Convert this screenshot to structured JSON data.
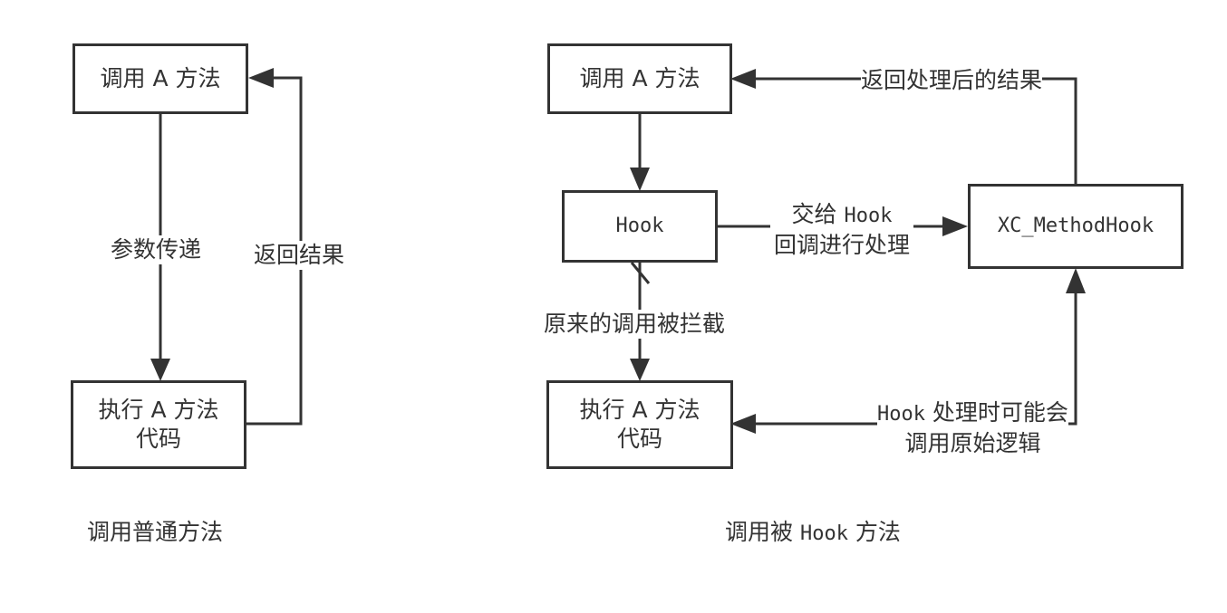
{
  "colors": {
    "stroke": "#333333",
    "text": "#333333",
    "background": "#ffffff"
  },
  "normal": {
    "call_box": "调用 A 方法",
    "exec_box": {
      "line1": "执行 A 方法",
      "line2": "代码"
    },
    "param_label": "参数传递",
    "return_label": "返回结果",
    "caption": "调用普通方法"
  },
  "hooked": {
    "call_box": "调用 A 方法",
    "hook_box": "Hook",
    "xc_box": "XC_MethodHook",
    "exec_box": {
      "line1": "执行 A 方法",
      "line2": "代码"
    },
    "return_label": "返回处理后的结果",
    "handoff_label": {
      "line1_prefix": "交给 ",
      "line1_code": "Hook",
      "line2": "回调进行处理"
    },
    "intercept_label": "原来的调用被拦截",
    "may_call_label": {
      "line1_code": "Hook",
      "line1_suffix": " 处理时可能会",
      "line2": "调用原始逻辑"
    },
    "caption": {
      "prefix": "调用被 ",
      "code": "Hook",
      "suffix": " 方法"
    }
  }
}
